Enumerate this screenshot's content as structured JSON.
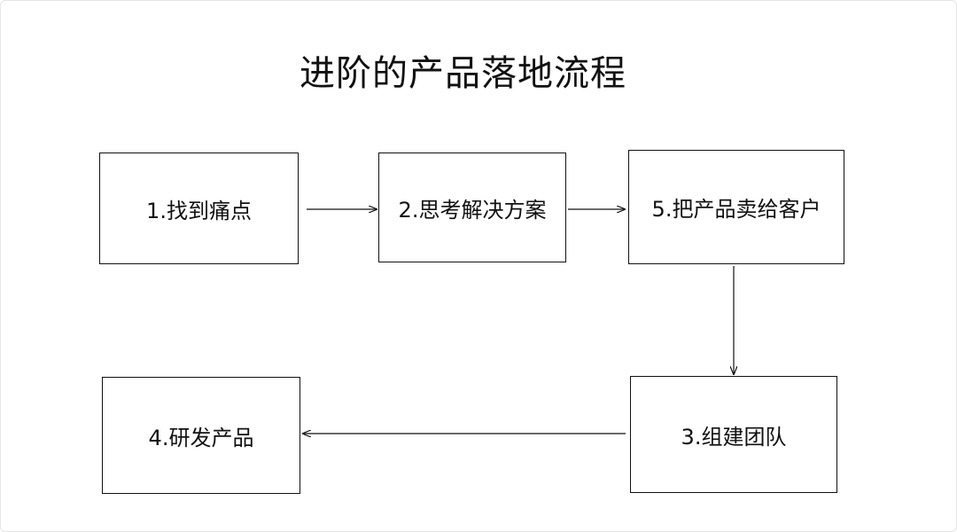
{
  "title": "进阶的产品落地流程",
  "colors": {
    "stroke": "#111111",
    "background": "#ffffff"
  },
  "nodes": [
    {
      "id": "n1",
      "label": "1.找到痛点"
    },
    {
      "id": "n2",
      "label": "2.思考解决方案"
    },
    {
      "id": "n5",
      "label": "5.把产品卖给客户"
    },
    {
      "id": "n3",
      "label": "3.组建团队"
    },
    {
      "id": "n4",
      "label": "4.研发产品"
    }
  ],
  "edges": [
    {
      "from": "n1",
      "to": "n2"
    },
    {
      "from": "n2",
      "to": "n5"
    },
    {
      "from": "n5",
      "to": "n3"
    },
    {
      "from": "n3",
      "to": "n4"
    }
  ]
}
